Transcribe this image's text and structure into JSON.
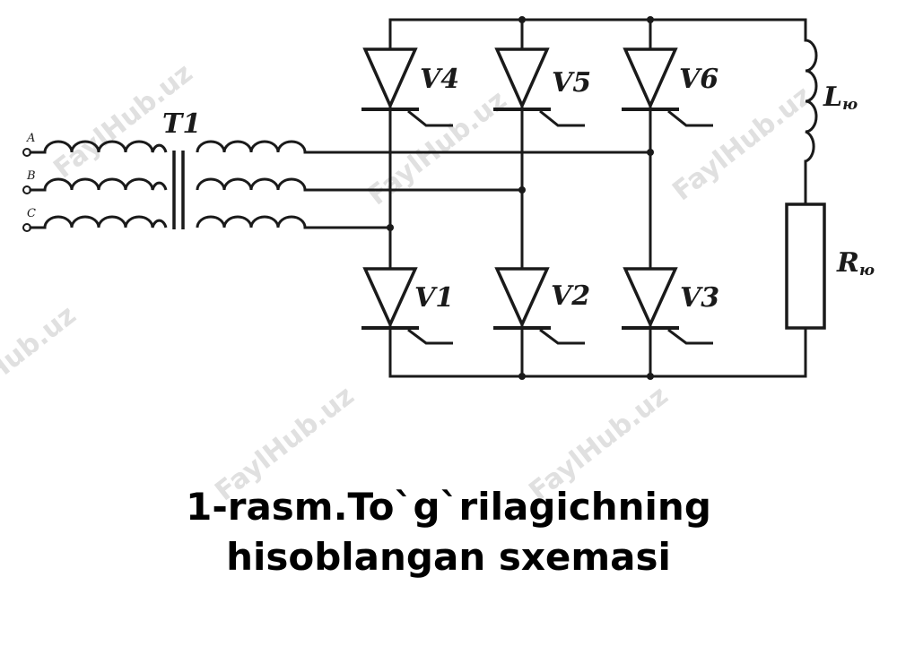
{
  "transformer": {
    "label": "T1",
    "phases": [
      "A",
      "B",
      "C"
    ]
  },
  "thyristors": {
    "top": [
      "V4",
      "V5",
      "V6"
    ],
    "bottom": [
      "V1",
      "V2",
      "V3"
    ]
  },
  "load": {
    "inductor": {
      "label": "L",
      "sub": "ю"
    },
    "resistor": {
      "label": "R",
      "sub": "ю"
    }
  },
  "watermark": "FaylHub.uz",
  "caption": {
    "line1": "1-rasm.To`g`rilagichning",
    "line2": "hisoblangan sxemasi"
  }
}
